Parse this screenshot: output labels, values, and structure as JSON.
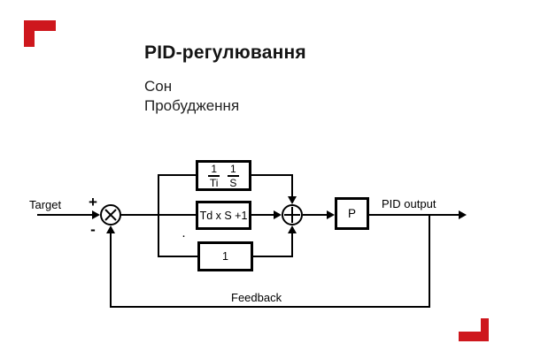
{
  "header": {
    "title": "PID-регулювання",
    "subtitle_line1": "Сон",
    "subtitle_line2": "Пробудження"
  },
  "colors": {
    "accent_red": "#ce171d",
    "diagram_black": "#000000",
    "text_dark": "#141414",
    "background": "#ffffff"
  },
  "diagram": {
    "target_label": "Target",
    "plus_sign": "+",
    "minus_sign": "-",
    "integral_block": {
      "fraction1_num": "1",
      "fraction1_den": "Ti",
      "fraction2_num": "1",
      "fraction2_den": "S"
    },
    "derivative_block_label": "Td x S +1",
    "unity_block_label": "1",
    "gain_block_label": "P",
    "output_label": "PID output",
    "feedback_label": "Feedback",
    "stray_dot": "·"
  }
}
